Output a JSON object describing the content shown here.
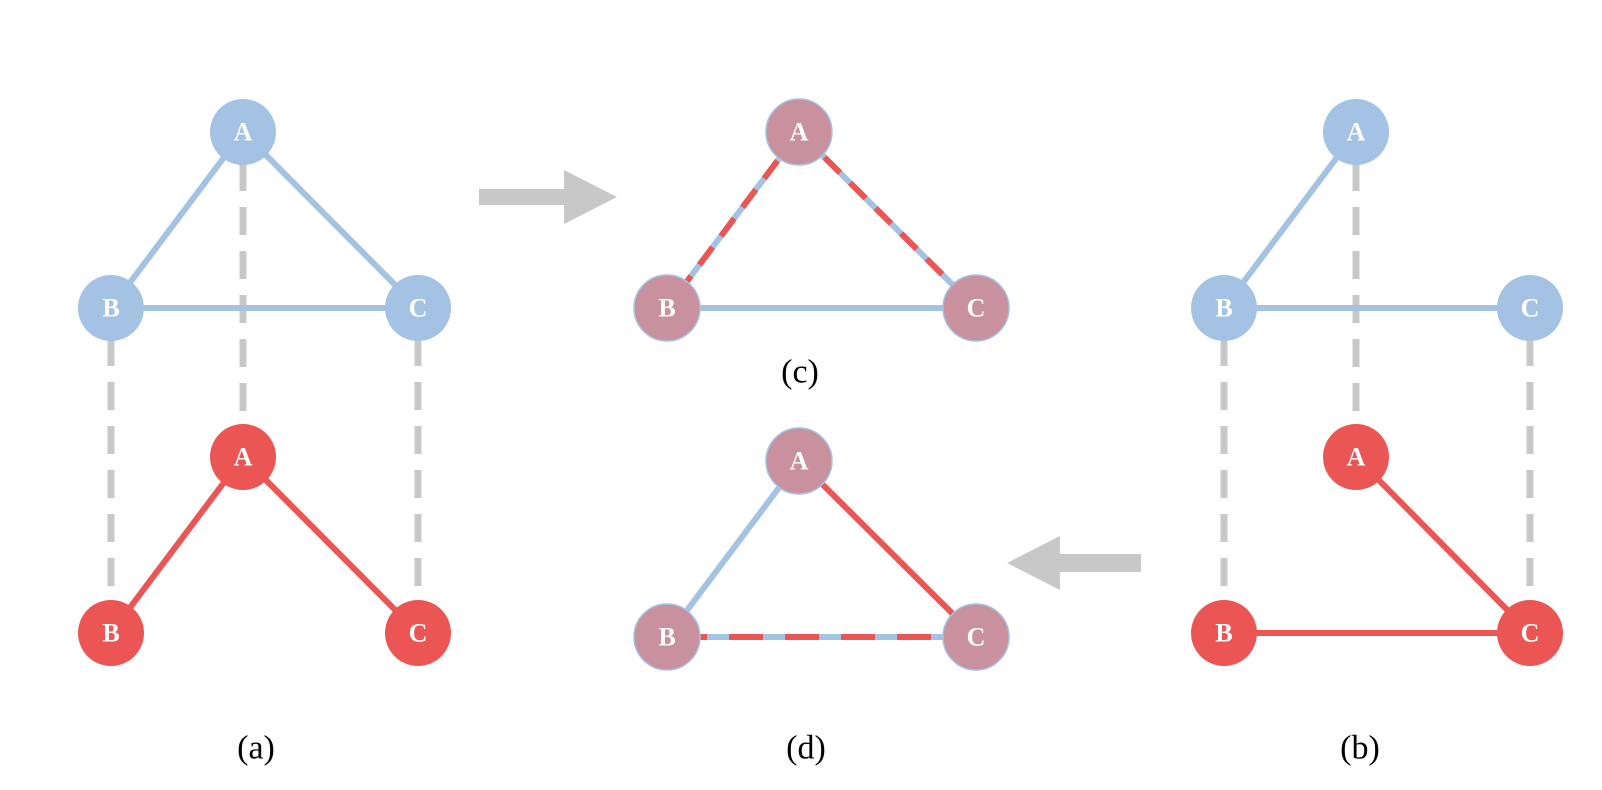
{
  "colors": {
    "blue": "#a4c2e4",
    "red": "#eb5654",
    "mixed": "#c8919d",
    "link": "#c8c8c8",
    "arrow": "#c8c8c8"
  },
  "nodes": {
    "a": "A",
    "b": "B",
    "c": "C"
  },
  "captions": {
    "a": "(a)",
    "b": "(b)",
    "c": "(c)",
    "d": "(d)"
  }
}
